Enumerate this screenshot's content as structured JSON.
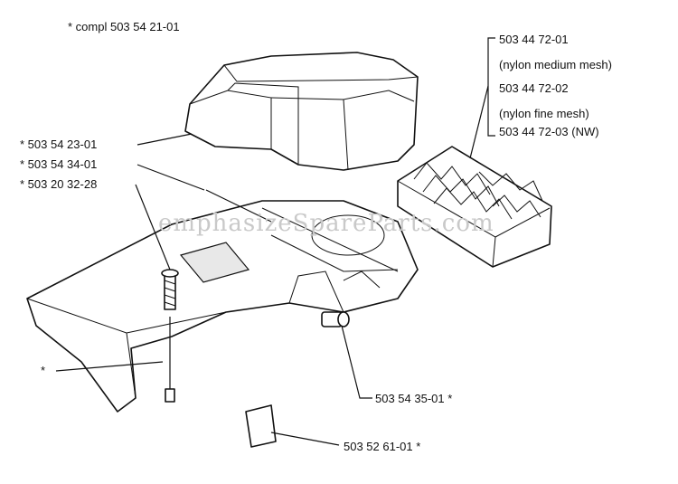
{
  "labels": {
    "compl": "* compl 503 54 21-01",
    "filter_cover": "* 503 54 23-01",
    "rod": "* 503 54 34-01",
    "screw": "* 503 20 32-28",
    "star": "*",
    "filter_medium": "503 44 72-01",
    "filter_medium_desc": "(nylon medium mesh)",
    "filter_fine": "503 44 72-02",
    "filter_fine_desc": "(nylon fine mesh)",
    "filter_nw": "503 44 72-03 (NW)",
    "knob": "503 54 35-01 *",
    "seal": "503 52 61-01 *"
  },
  "watermark": "emphasizeSpareParts.com"
}
